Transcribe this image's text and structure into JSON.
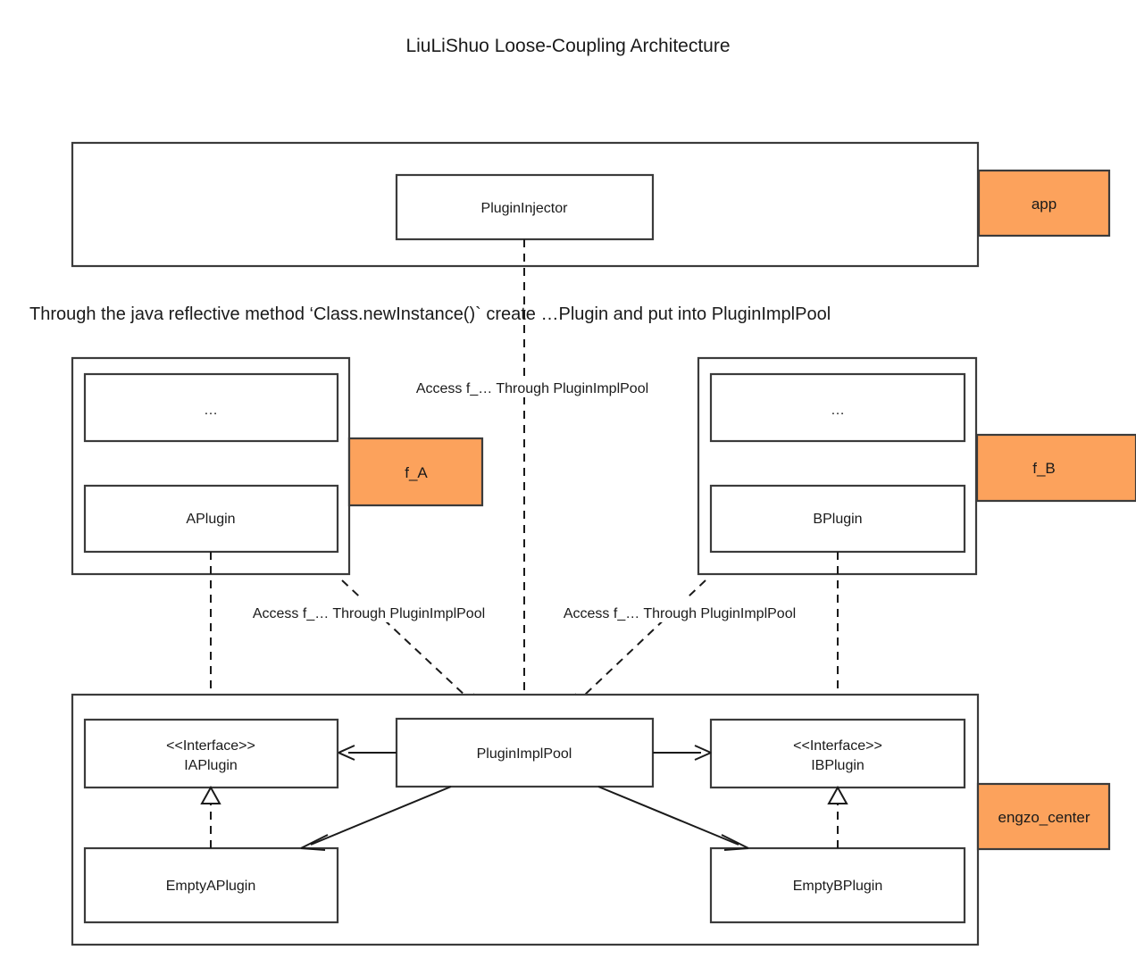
{
  "title": "LiuLiShuo Loose-Coupling Architecture",
  "note": "Through the java reflective method ‘Class.newInstance()` create …Plugin and put into PluginImplPool",
  "colors": {
    "package_tag_orange": "#FCA25C",
    "stroke": "#3B3B3B",
    "edge": "#1A1A1A",
    "background": "#FFFFFF"
  },
  "packages": {
    "app": {
      "tag_label": "app",
      "classes": [
        {
          "name": "PluginInjector"
        }
      ]
    },
    "f_a": {
      "tag_label": "f_A",
      "classes": [
        {
          "name": "…"
        },
        {
          "name": "APlugin"
        }
      ]
    },
    "f_b": {
      "tag_label": "f_B",
      "classes": [
        {
          "name": "…"
        },
        {
          "name": "BPlugin"
        }
      ]
    },
    "engzo_center": {
      "tag_label": "engzo_center",
      "classes": [
        {
          "stereotype": "<<Interface>>",
          "name": "IAPlugin"
        },
        {
          "name": "PluginImplPool"
        },
        {
          "stereotype": "<<Interface>>",
          "name": "IBPlugin"
        },
        {
          "name": "EmptyAPlugin"
        },
        {
          "name": "EmptyBPlugin"
        }
      ]
    }
  },
  "edge_labels": {
    "injector_to_pool": "Access f_… Through PluginImplPool",
    "aplugin_to_pool": "Access f_… Through PluginImplPool",
    "bplugin_to_pool": "Access f_… Through PluginImplPool"
  }
}
